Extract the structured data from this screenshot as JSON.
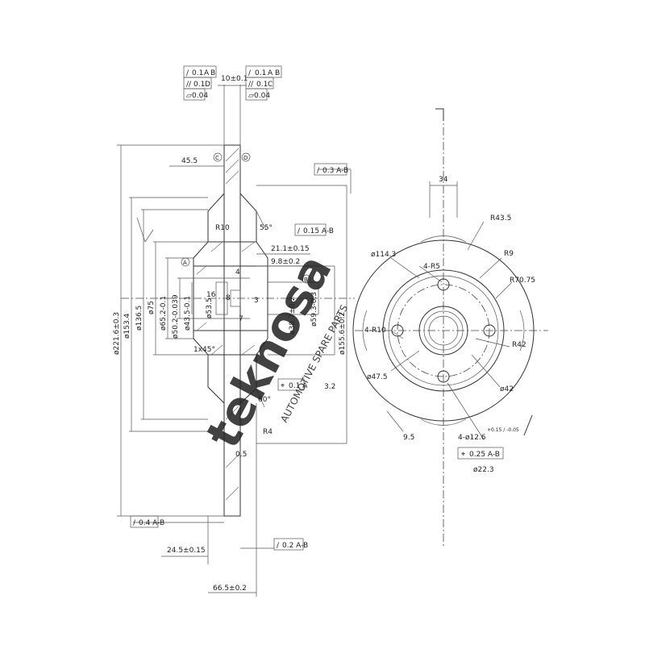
{
  "frames": {
    "top_left": [
      "0.1",
      "A",
      "B",
      "0.1",
      "D",
      "0.04"
    ],
    "top_right": [
      "0.1",
      "A",
      "B",
      "0.1",
      "C",
      "0.04"
    ],
    "runout_right": "0.3 A-B",
    "runout_mid": "0.15 A-B",
    "pos_a": "0.1 A",
    "bottom_left": "0.4 A-B",
    "bottom_right": "0.2 A-B",
    "pos_holes": "0.25 A-B"
  },
  "datums": {
    "a": "A",
    "b": "B",
    "c": "C",
    "d": "D"
  },
  "section_dims": {
    "thickness": "10±0.1",
    "d45_5": "45.5",
    "r10": "R10",
    "angle55": "55°",
    "d21_1": "21.1±0.15",
    "d9_8": "9.8±0.2",
    "dia221_6": "ø221.6±0.3",
    "dia153_4": "ø153.4",
    "dia136_5": "ø136.5",
    "dia75": "ø75",
    "dia65_2": "ø65.2-0.1",
    "dia50_2": "ø50.2-0.039",
    "dia43_5": "ø43.5-0.1",
    "dia53_5": "ø53.5",
    "dia38_7": "ø38.7±0.2",
    "dia59_3": "ø59.3-0.3",
    "dia155_6": "ø155.6±0.2",
    "d16": "16",
    "d4": "4",
    "d8": "8",
    "d7": "7",
    "d3": "3",
    "x45": "1x45°",
    "d3_2": "3.2",
    "angle60": "60°",
    "r4": "R4",
    "d24_5": "24.5±0.15",
    "d66_5": "66.5±0.2",
    "d0_5": "0.5"
  },
  "front_dims": {
    "w34": "34",
    "r43_5": "R43.5",
    "r9": "R9",
    "pcd114_3": "ø114.3",
    "r70_75": "R70.75",
    "holes_r5": "4-R5",
    "holes_r10": "4-R10",
    "r42": "R42",
    "dia47_5": "ø47.5",
    "dia42": "ø42",
    "d9_5": "9.5",
    "holes": "4-ø12.6",
    "holes_tol": "+0.15 / -0.05",
    "dia22_3": "ø22.3"
  },
  "watermark": {
    "brand": "teknosa",
    "tagline": "AUTOMOTIVE SPARE PARTS",
    "color": "#e83a3a"
  }
}
